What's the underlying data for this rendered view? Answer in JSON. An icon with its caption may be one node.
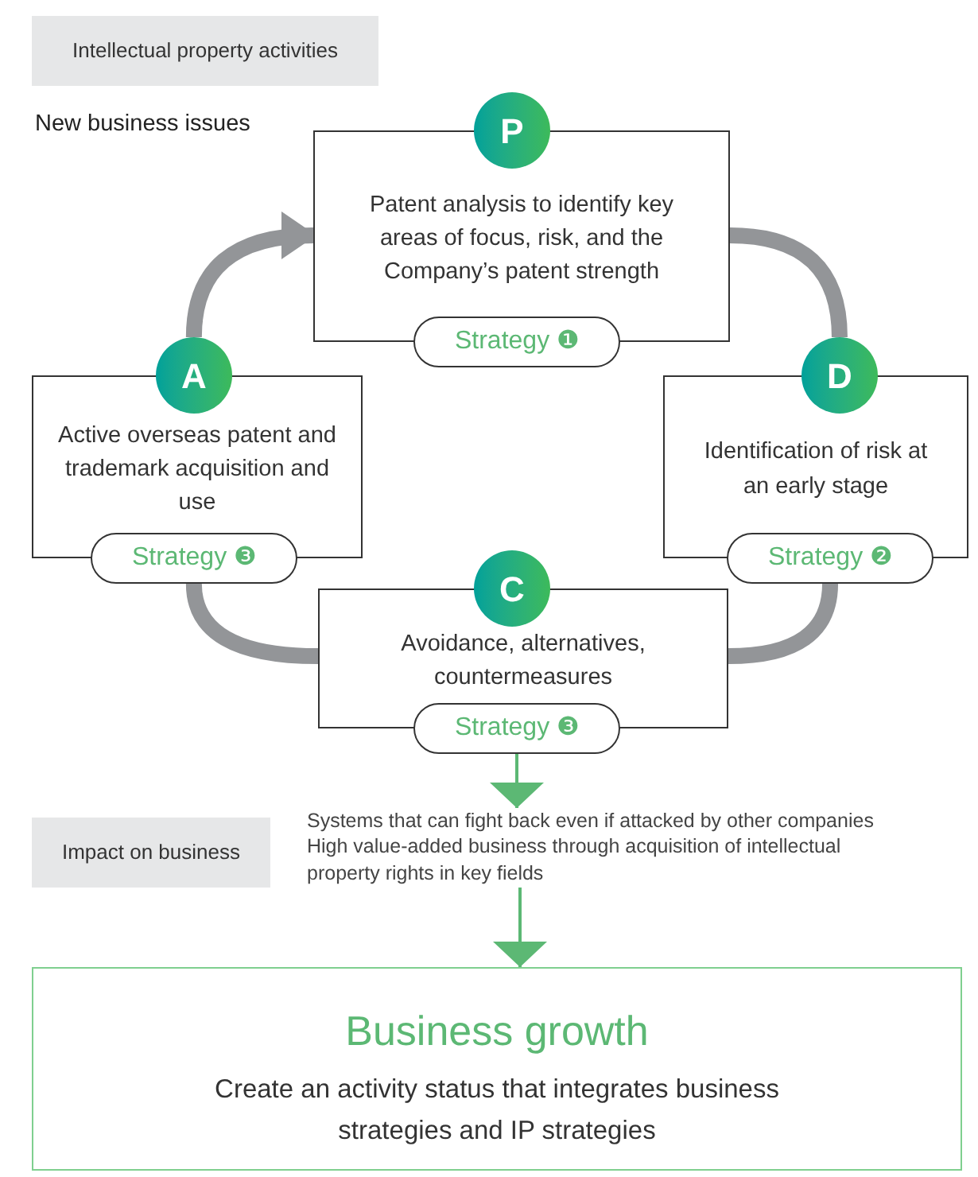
{
  "diagram": {
    "nodes": [
      {
        "text": [
          "Intellectual property activities"
        ]
      },
      {
        "text": [
          "P",
          "Patent analysis to identify key areas of focus, risk, and the Company’s patent strength",
          "Strategy ❶"
        ]
      },
      {
        "text": [
          "A",
          "Active overseas patent and trademark acquisition and use",
          "Strategy ❸"
        ]
      },
      {
        "text": [
          "D",
          "Identification of risk at an early stage",
          "Strategy ❷"
        ]
      },
      {
        "text": [
          "C",
          "Avoidance, alternatives, countermeasures",
          "Strategy ❸"
        ]
      },
      {
        "text": [
          "Impact on business"
        ]
      },
      {
        "text": [
          "Systems that can fight back even if attacked by other companies",
          "High value-added business through acquisition of intellectual property rights in key fields"
        ]
      },
      {
        "text": [
          "Business growth",
          "Create an activity status that integrates business strategies and IP strategies"
        ]
      }
    ],
    "edges": [
      {
        "from": 1,
        "to": 3,
        "arrow": "none"
      },
      {
        "from": 3,
        "to": 4,
        "arrow": "none"
      },
      {
        "from": 4,
        "to": 2,
        "arrow": "none"
      },
      {
        "from": 2,
        "to": 1,
        "arrow": "to"
      },
      {
        "from": 4,
        "to": 6,
        "arrow": "to",
        "color": "#5cb874"
      },
      {
        "from": 6,
        "to": 7,
        "arrow": "to",
        "color": "#5cb874"
      }
    ],
    "labels": [
      "New business issues"
    ]
  }
}
